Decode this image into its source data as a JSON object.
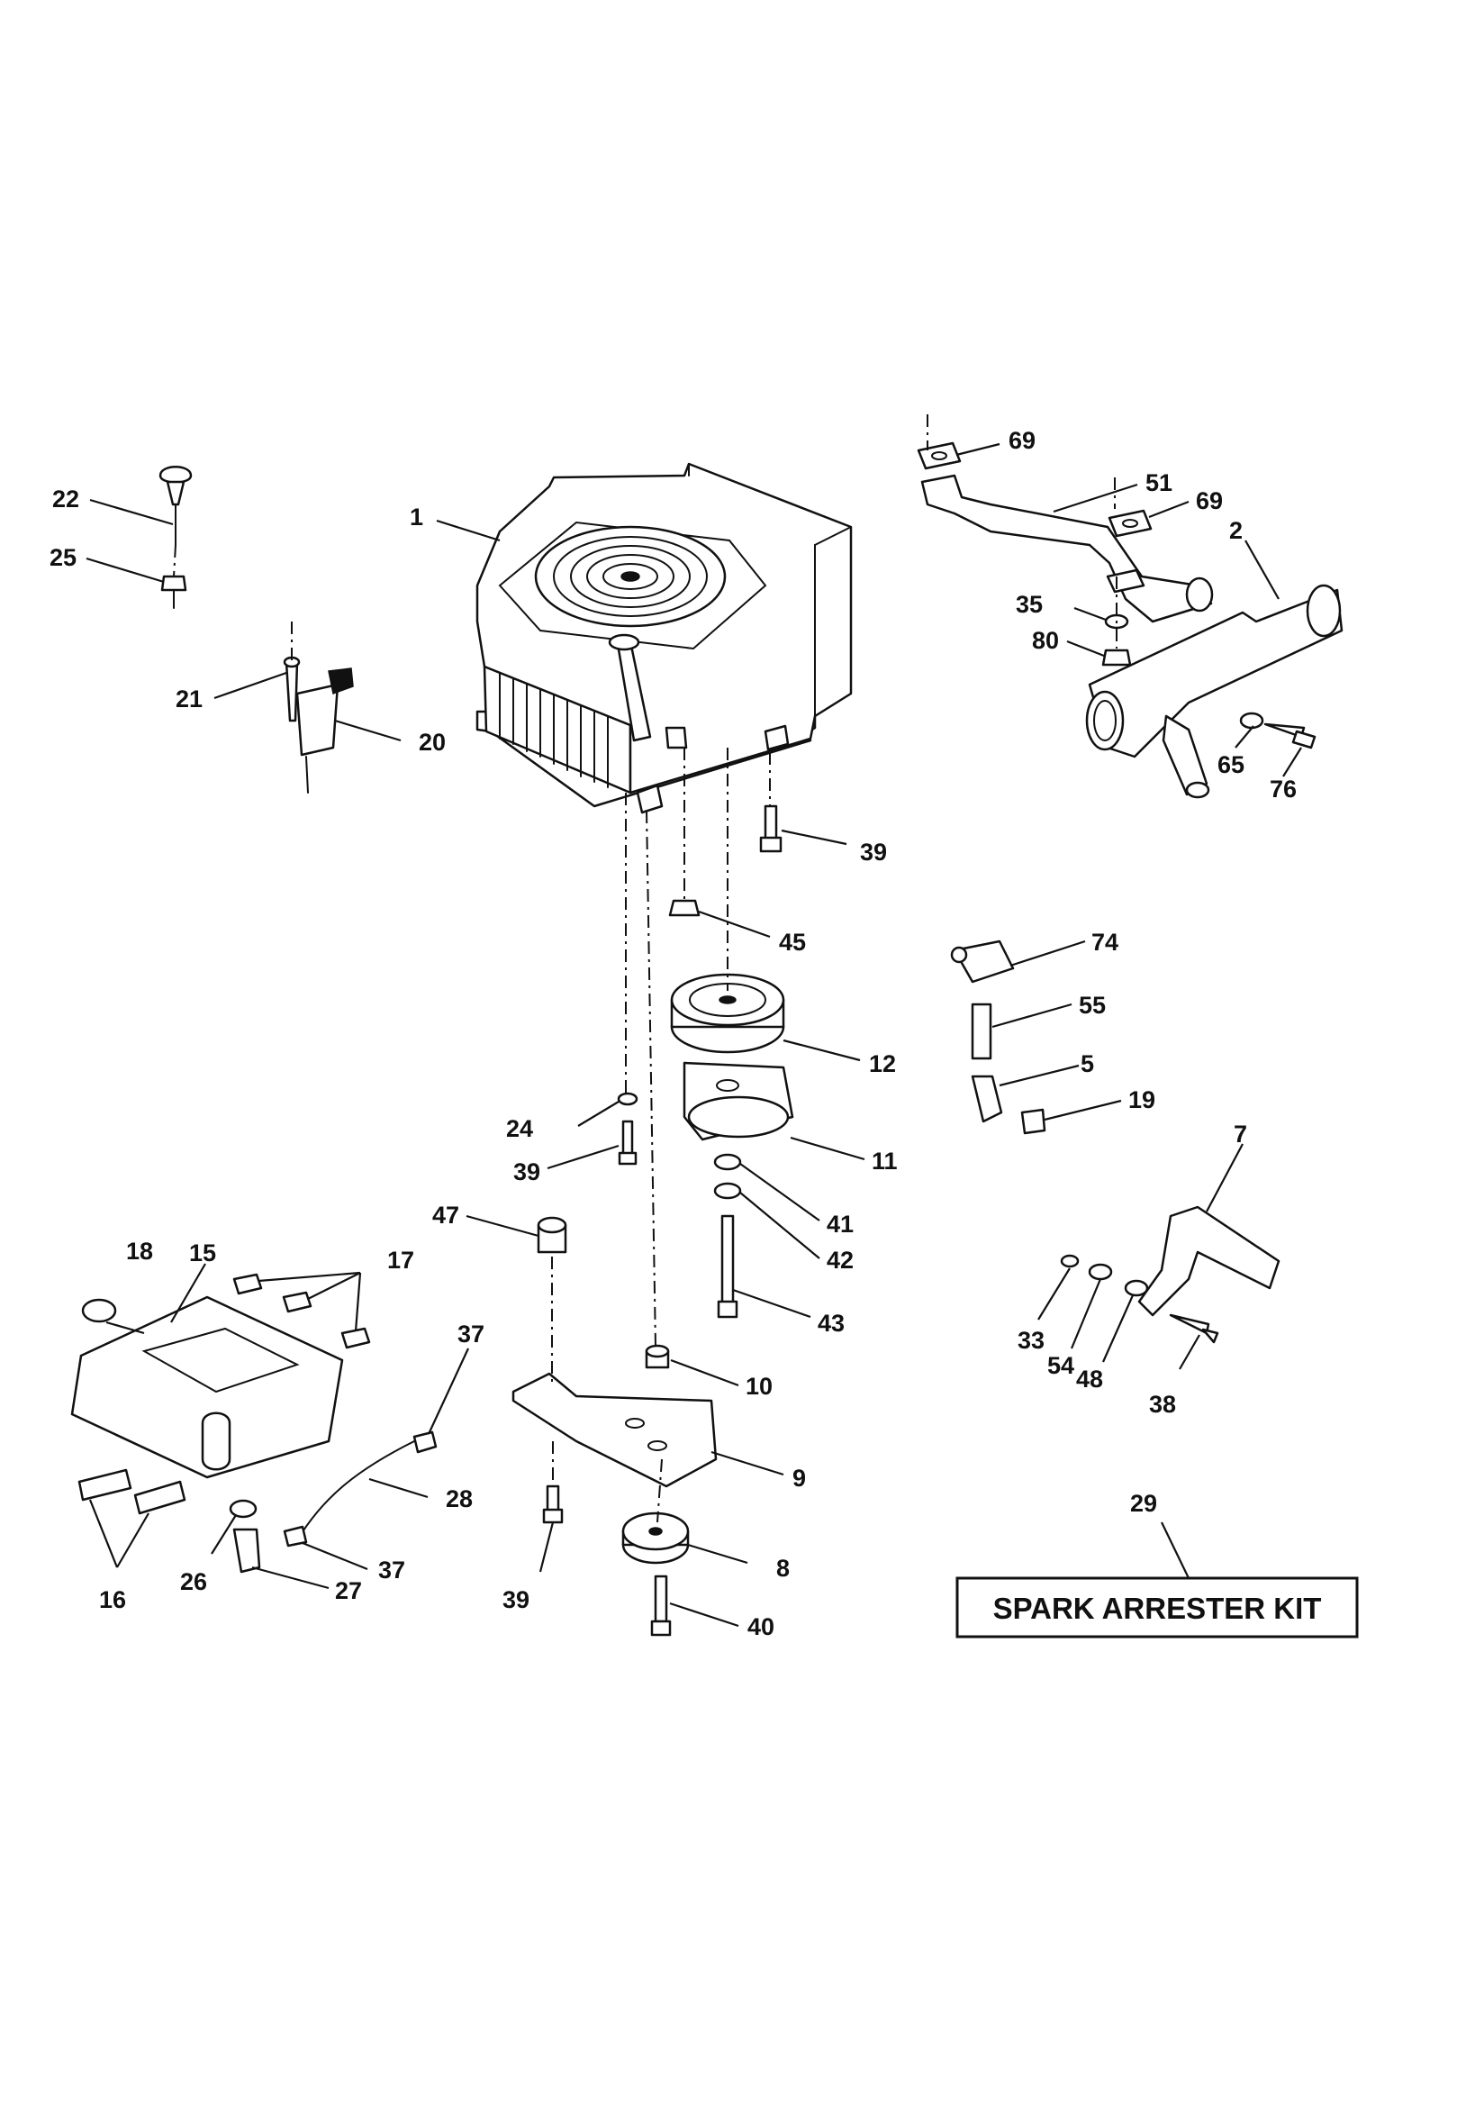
{
  "callouts": [
    "1",
    "2",
    "5",
    "7",
    "8",
    "9",
    "10",
    "11",
    "12",
    "15",
    "16",
    "17",
    "18",
    "19",
    "20",
    "21",
    "22",
    "24",
    "25",
    "26",
    "27",
    "28",
    "29",
    "33",
    "35",
    "37",
    "37",
    "38",
    "39",
    "39",
    "39",
    "40",
    "41",
    "42",
    "43",
    "45",
    "47",
    "48",
    "51",
    "54",
    "55",
    "65",
    "69",
    "69",
    "74",
    "76",
    "80"
  ],
  "kit_label": "SPARK ARRESTER KIT"
}
